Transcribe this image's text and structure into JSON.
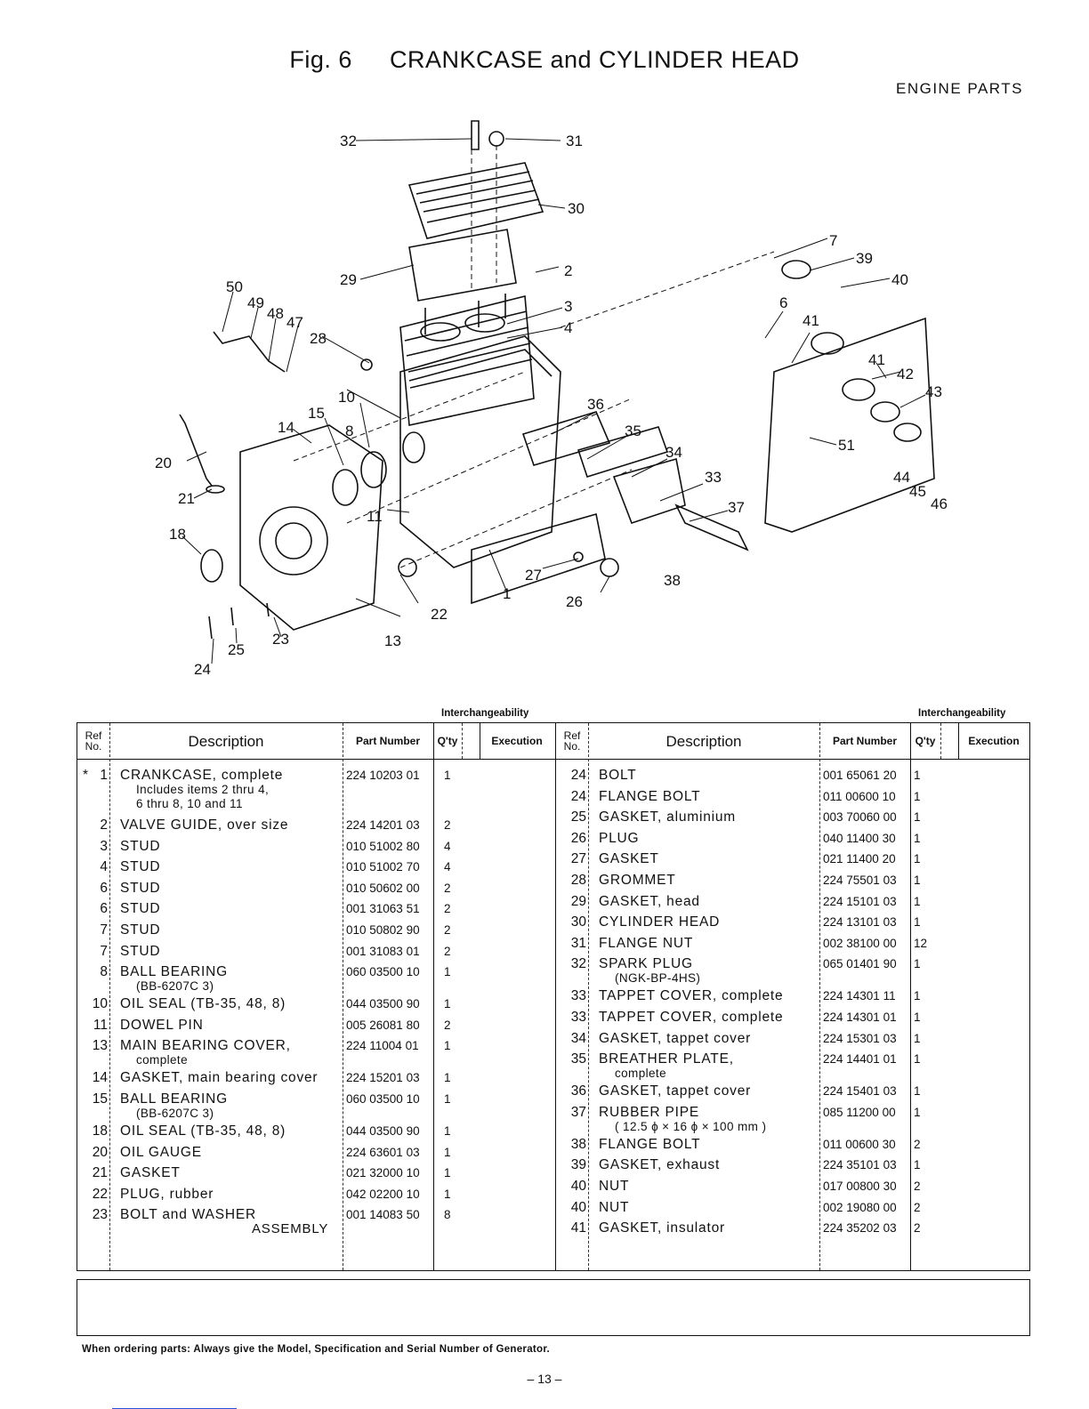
{
  "header": {
    "fig": "Fig. 6",
    "title": "CRANKCASE and CYLINDER HEAD",
    "section": "ENGINE PARTS"
  },
  "diagram": {
    "callouts": [
      "1",
      "2",
      "3",
      "4",
      "6",
      "7",
      "8",
      "10",
      "11",
      "13",
      "14",
      "15",
      "18",
      "20",
      "21",
      "22",
      "23",
      "24",
      "25",
      "26",
      "27",
      "28",
      "29",
      "30",
      "31",
      "32",
      "33",
      "34",
      "35",
      "36",
      "37",
      "38",
      "39",
      "40",
      "41",
      "42",
      "43",
      "44",
      "45",
      "46",
      "47",
      "48",
      "49",
      "50",
      "51"
    ]
  },
  "table": {
    "interchangeability_label": "Interchangeability",
    "columns": {
      "ref": "Ref\nNo.",
      "description": "Description",
      "part_number": "Part Number",
      "qty": "Q'ty",
      "execution": "Execution"
    },
    "left_rows": [
      {
        "ref": "1",
        "star": "*",
        "desc": "CRANKCASE, complete",
        "sub": "Includes items 2 thru 4,",
        "sub2": "6 thru 8, 10 and 11",
        "pn": "224 10203 01",
        "qty": "1"
      },
      {
        "ref": "2",
        "desc": "VALVE GUIDE, over size",
        "pn": "224 14201 03",
        "qty": "2"
      },
      {
        "ref": "3",
        "desc": "STUD",
        "pn": "010 51002 80",
        "qty": "4"
      },
      {
        "ref": "4",
        "desc": "STUD",
        "pn": "010 51002 70",
        "qty": "4"
      },
      {
        "ref": "6",
        "desc": "STUD",
        "pn": "010 50602 00",
        "qty": "2"
      },
      {
        "ref": "6",
        "desc": "STUD",
        "pn": "001 31063 51",
        "qty": "2"
      },
      {
        "ref": "7",
        "desc": "STUD",
        "pn": "010 50802 90",
        "qty": "2"
      },
      {
        "ref": "7",
        "desc": "STUD",
        "pn": "001 31083 01",
        "qty": "2"
      },
      {
        "ref": "8",
        "desc": "BALL BEARING",
        "sub": "(BB-6207C 3)",
        "pn": "060 03500 10",
        "qty": "1"
      },
      {
        "ref": "10",
        "desc": "OIL SEAL (TB-35, 48, 8)",
        "pn": "044 03500 90",
        "qty": "1"
      },
      {
        "ref": "11",
        "desc": "DOWEL PIN",
        "pn": "005 26081 80",
        "qty": "2"
      },
      {
        "ref": "13",
        "desc": "MAIN BEARING COVER,",
        "sub": "complete",
        "pn": "224 11004 01",
        "qty": "1"
      },
      {
        "ref": "14",
        "desc": "GASKET, main bearing cover",
        "pn": "224 15201 03",
        "qty": "1"
      },
      {
        "ref": "15",
        "desc": "BALL BEARING",
        "sub": "(BB-6207C 3)",
        "pn": "060 03500 10",
        "qty": "1"
      },
      {
        "ref": "18",
        "desc": "OIL SEAL (TB-35, 48, 8)",
        "pn": "044 03500 90",
        "qty": "1"
      },
      {
        "ref": "20",
        "desc": "OIL GAUGE",
        "pn": "224 63601 03",
        "qty": "1"
      },
      {
        "ref": "21",
        "desc": "GASKET",
        "pn": "021 32000 10",
        "qty": "1"
      },
      {
        "ref": "22",
        "desc": "PLUG, rubber",
        "pn": "042 02200 10",
        "qty": "1"
      },
      {
        "ref": "23",
        "desc": "BOLT and WASHER",
        "sub": "ASSEMBLY",
        "pn": "001 14083 50",
        "qty": "8"
      }
    ],
    "right_rows": [
      {
        "ref": "24",
        "desc": "BOLT",
        "pn": "001 65061 20",
        "qty": "1"
      },
      {
        "ref": "24",
        "desc": "FLANGE BOLT",
        "pn": "011 00600 10",
        "qty": "1"
      },
      {
        "ref": "25",
        "desc": "GASKET, aluminium",
        "pn": "003 70060 00",
        "qty": "1"
      },
      {
        "ref": "26",
        "desc": "PLUG",
        "pn": "040 11400 30",
        "qty": "1"
      },
      {
        "ref": "27",
        "desc": "GASKET",
        "pn": "021 11400 20",
        "qty": "1"
      },
      {
        "ref": "28",
        "desc": "GROMMET",
        "pn": "224 75501 03",
        "qty": "1"
      },
      {
        "ref": "29",
        "desc": "GASKET, head",
        "pn": "224 15101 03",
        "qty": "1"
      },
      {
        "ref": "30",
        "desc": "CYLINDER HEAD",
        "pn": "224 13101 03",
        "qty": "1"
      },
      {
        "ref": "31",
        "desc": "FLANGE NUT",
        "pn": "002 38100 00",
        "qty": "12"
      },
      {
        "ref": "32",
        "desc": "SPARK PLUG",
        "sub": "(NGK-BP-4HS)",
        "pn": "065 01401 90",
        "qty": "1"
      },
      {
        "ref": "33",
        "desc": "TAPPET COVER, complete",
        "pn": "224 14301 11",
        "qty": "1"
      },
      {
        "ref": "33",
        "desc": "TAPPET COVER, complete",
        "pn": "224 14301 01",
        "qty": "1"
      },
      {
        "ref": "34",
        "desc": "GASKET, tappet cover",
        "pn": "224 15301 03",
        "qty": "1"
      },
      {
        "ref": "35",
        "desc": "BREATHER PLATE,",
        "sub": "complete",
        "pn": "224 14401 01",
        "qty": "1"
      },
      {
        "ref": "36",
        "desc": "GASKET, tappet cover",
        "pn": "224 15401 03",
        "qty": "1"
      },
      {
        "ref": "37",
        "desc": "RUBBER PIPE",
        "sub": "( 12.5 ϕ × 16 ϕ × 100 mm )",
        "pn": "085 11200 00",
        "qty": "1"
      },
      {
        "ref": "38",
        "desc": "FLANGE BOLT",
        "pn": "011 00600 30",
        "qty": "2"
      },
      {
        "ref": "39",
        "desc": "GASKET, exhaust",
        "pn": "224 35101 03",
        "qty": "1"
      },
      {
        "ref": "40",
        "desc": "NUT",
        "pn": "017 00800 30",
        "qty": "2"
      },
      {
        "ref": "40",
        "desc": "NUT",
        "pn": "002 19080 00",
        "qty": "2"
      },
      {
        "ref": "41",
        "desc": "GASKET, insulator",
        "pn": "224 35202 03",
        "qty": "2"
      }
    ]
  },
  "footer": {
    "note": "When ordering parts: Always give the Model, Specification and Serial Number of Generator.",
    "page": "– 13 –"
  }
}
